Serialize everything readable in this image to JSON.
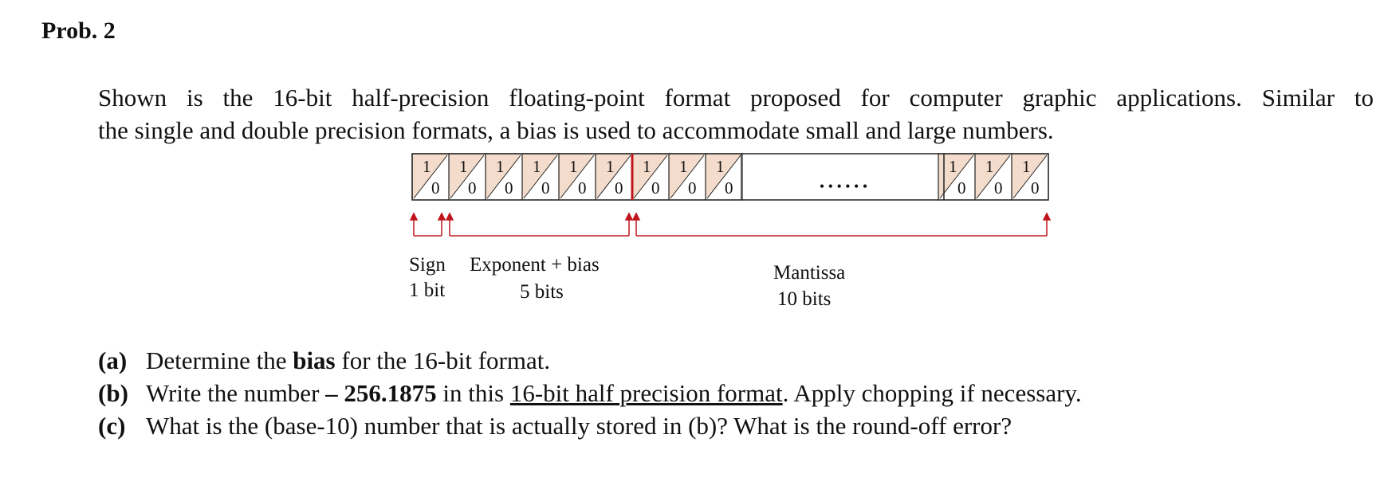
{
  "title": "Prob. 2",
  "intro": {
    "line1": "Shown is the 16-bit half-precision floating-point format proposed for computer graphic applications. Similar to",
    "line2": "the single and double precision formats, a bias is used to accommodate small and large numbers."
  },
  "diagram": {
    "cell_top_digit": "1",
    "cell_bottom_digit": "0",
    "ellipsis": "• • • • • •",
    "sign": {
      "name": "Sign",
      "size": "1 bit"
    },
    "exponent": {
      "name": "Exponent + bias",
      "size": "5 bits"
    },
    "mantissa": {
      "name": "Mantissa",
      "size": "10 bits"
    },
    "colors": {
      "cell_fill": "#f3dccb",
      "divider": "#c0141c",
      "arrow": "#c0141c"
    }
  },
  "questions": [
    {
      "label": "(a)",
      "pre": "Determine the ",
      "bold": "bias",
      "post": " for the 16-bit format.",
      "underline": "",
      "tail": ""
    },
    {
      "label": "(b)",
      "pre": "Write the number ",
      "bold": "– 256.1875",
      "post": " in this ",
      "underline": "16-bit half precision format",
      "tail": ". Apply chopping if necessary."
    },
    {
      "label": "(c)",
      "pre": "What is the (base-10) number that is actually stored in (b)? What is the round-off error?",
      "bold": "",
      "post": "",
      "underline": "",
      "tail": ""
    }
  ]
}
